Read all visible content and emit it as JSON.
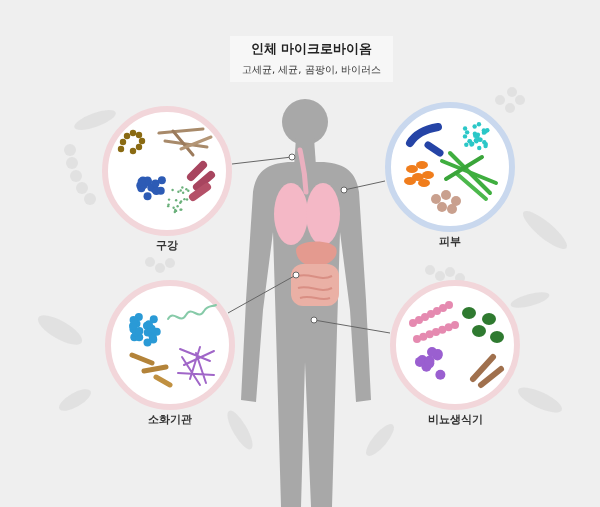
{
  "diagram": {
    "title": "인체 마이크로바이옴",
    "nodes": [
      {
        "text": [
          "구강"
        ]
      },
      {
        "text": [
          "피부"
        ]
      },
      {
        "text": [
          "소화기관"
        ]
      },
      {
        "text": [
          "비뇨생식기"
        ]
      }
    ],
    "labels": [
      "고세균, 세균, 곰팡이, 바이러스"
    ]
  }
}
